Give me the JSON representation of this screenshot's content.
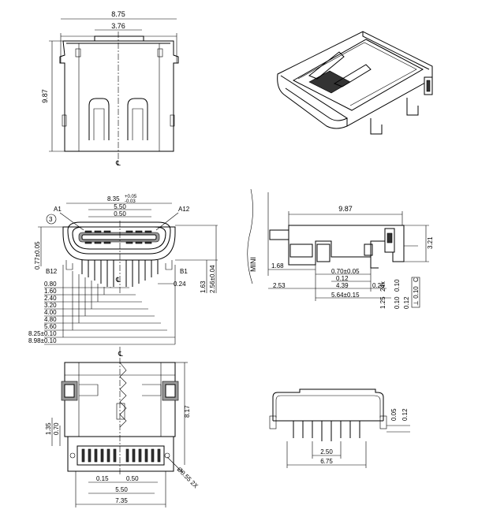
{
  "centerline_symbol": "℄",
  "top_view": {
    "width": "8.75",
    "tongue_width": "3.76",
    "depth": "9.87"
  },
  "front_view": {
    "width_top": "8.35",
    "width_top_tol_plus": "+0.05",
    "width_top_tol_minus": "-0.03",
    "span_550": "5.50",
    "pitch_050": "0.50",
    "pin_a1": "A1",
    "pin_a12": "A12",
    "pin_b1": "B1",
    "pin_b12": "B12",
    "callout": "3",
    "height_077": "0.77±0.05",
    "height_163": "1.63",
    "height_256": "2.56±0.04",
    "pin_024": "0.24",
    "spans": [
      "0.80",
      "1.60",
      "2.40",
      "3.20",
      "4.00",
      "4.80",
      "5.60"
    ],
    "width_825": "8.25±0.10",
    "width_898": "8.98±0.10"
  },
  "side_view": {
    "label_mini": "MINI",
    "length": "9.87",
    "height": "3.21",
    "dim_168": "1.68",
    "dim_070": "0.70±0.05",
    "dim_012": "0.12",
    "dim_253": "2.53",
    "dim_439": "4.39",
    "dim_025": "0.25",
    "dim_564": "5.64±0.15",
    "dim_125": "1.25",
    "dim_24x": "24x",
    "tol_010": "0.10",
    "tol_012": "0.12",
    "tol_100": "0.10",
    "tol_c": "C",
    "tol_box": "⊥ 0.10"
  },
  "bottom_view": {
    "dim_135": "1.35",
    "dim_070": "0.70",
    "dim_817": "8.17",
    "dim_015": "0.15",
    "dim_050": "0.50",
    "dim_550": "5.50",
    "dim_735": "7.35",
    "hole": "Ø0.55 2X"
  },
  "rear_view": {
    "dim_005": "0.05",
    "dim_012": "0.12",
    "dim_250": "2.50",
    "dim_675": "6.75"
  }
}
